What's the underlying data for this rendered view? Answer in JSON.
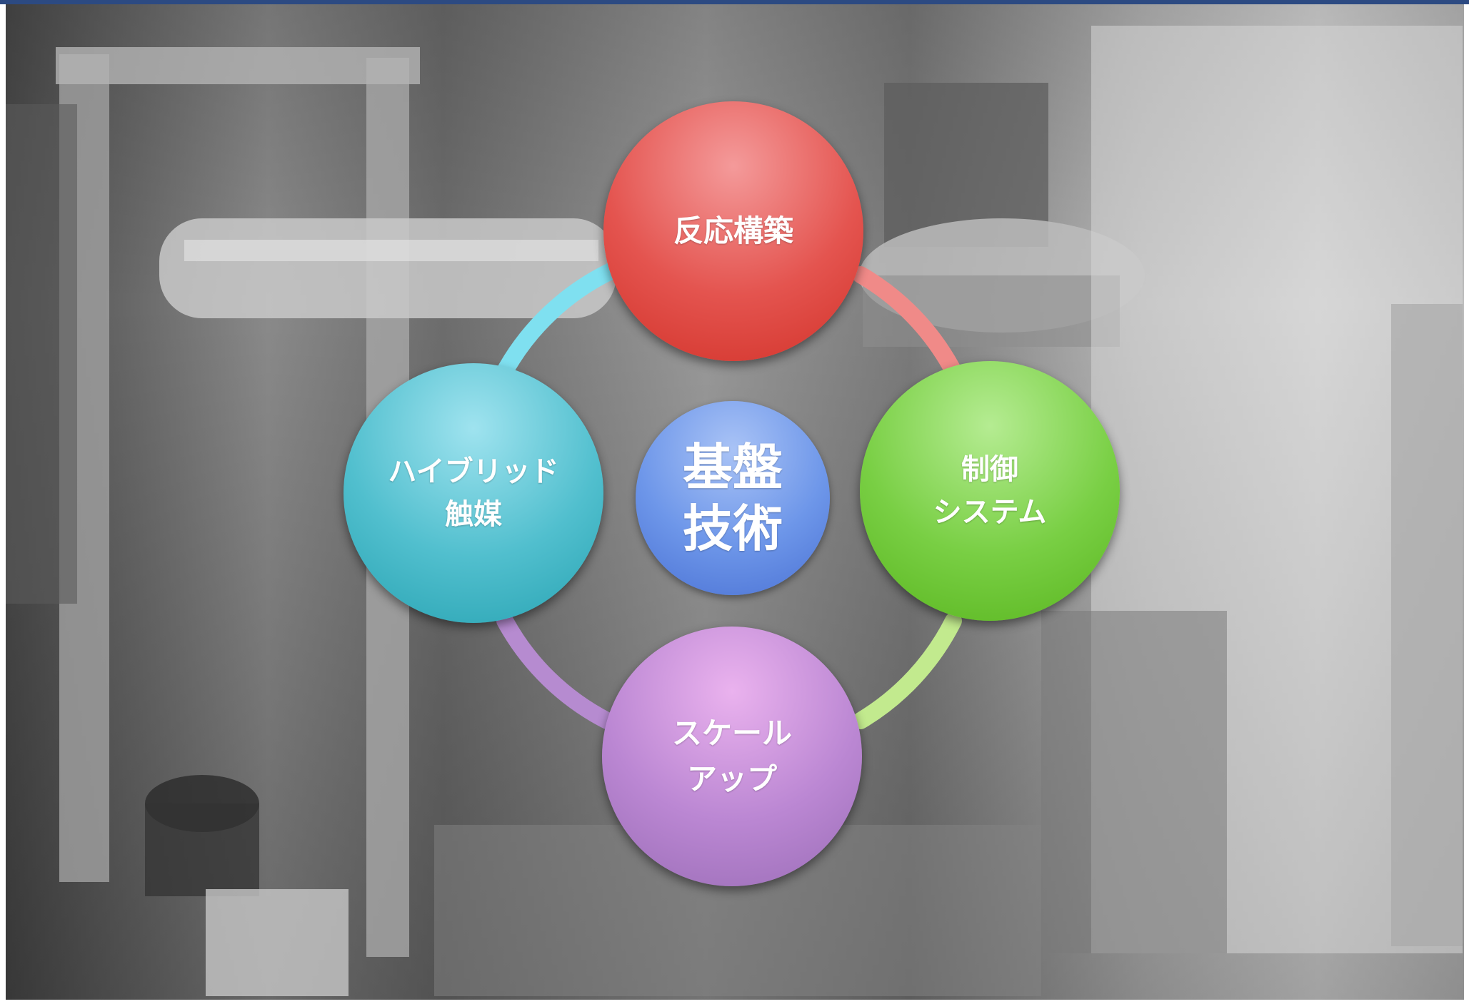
{
  "colors": {
    "top_bar": "#2c4a82",
    "reaction_construction": "#e14a45",
    "control_system": "#72ca3b",
    "scale_up": "#b583cf",
    "hybrid_catalyst": "#4bbccb",
    "core_technology": "#6690e6",
    "ring_top_left": "#7fe0f0",
    "ring_top_right": "#f08a88",
    "ring_bottom_right": "#c2ea8e",
    "ring_bottom_left": "#b68bd0"
  },
  "diagram": {
    "center": {
      "line1": "基盤",
      "line2": "技術"
    },
    "top": {
      "line1": "反応構築"
    },
    "right": {
      "line1": "制御",
      "line2": "システム"
    },
    "bottom": {
      "line1": "スケール",
      "line2": "アップ"
    },
    "left": {
      "line1": "ハイブリッド",
      "line2": "触媒"
    }
  }
}
